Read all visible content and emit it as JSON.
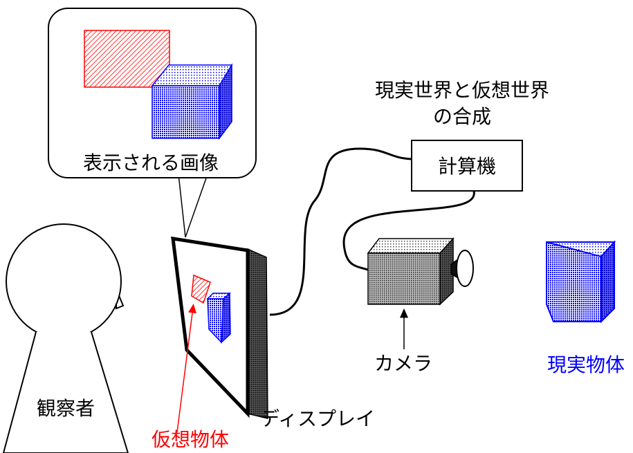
{
  "labels": {
    "displayed_image": "表示される画像",
    "composition_line1": "現実世界と仮想世界",
    "composition_line2": "の合成",
    "computer": "計算機",
    "camera": "カメラ",
    "real_object": "現実物体",
    "virtual_object": "仮想物体",
    "display": "ディスプレイ",
    "observer": "観察者"
  },
  "colors": {
    "virtual": "#ff0000",
    "real": "#0000ff",
    "stroke": "#000000"
  },
  "icons": {
    "observer": "person-silhouette-icon",
    "display": "display-screen-icon",
    "camera": "video-camera-icon",
    "computer": "computer-box-icon",
    "real_object": "cube-icon",
    "virtual_object": "flat-square-icon"
  }
}
